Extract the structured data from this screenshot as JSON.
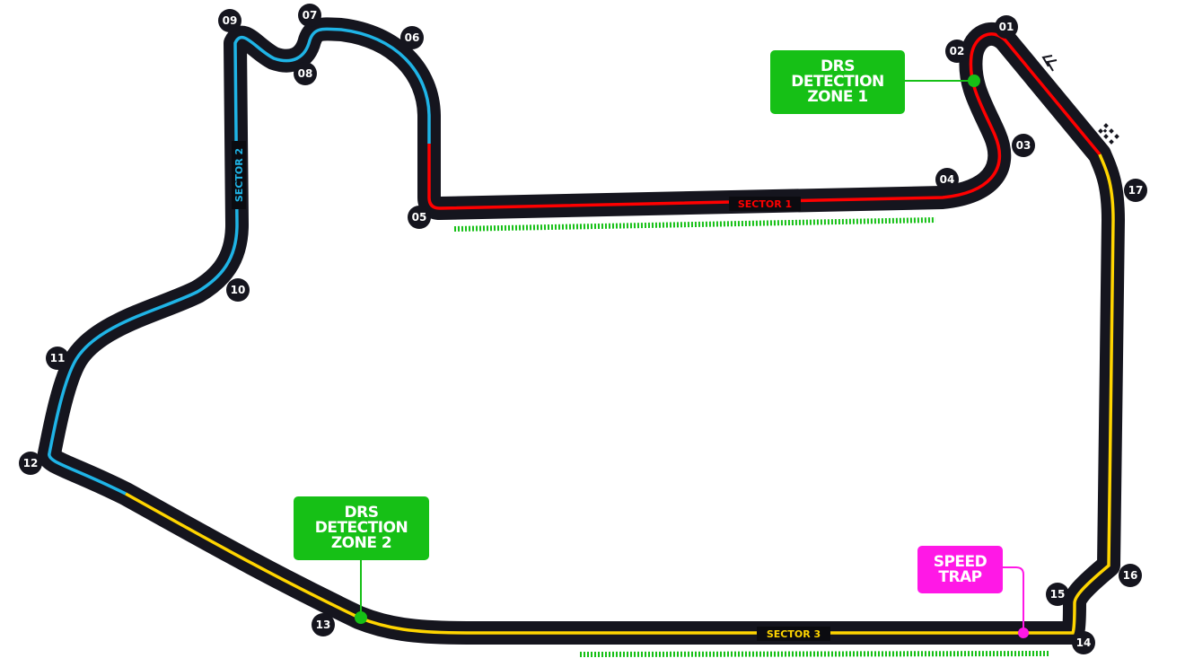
{
  "map": {
    "title": "Circuit layout",
    "colors": {
      "track": "#15151e",
      "sector1": "#ff0000",
      "sector2": "#1fb4e6",
      "sector3": "#ffd500",
      "drs": "#16c016",
      "speed_trap": "#ff18e6",
      "corner_badge": "#15151e"
    },
    "sectors": [
      {
        "id": "sector-1",
        "label": "SECTOR 1"
      },
      {
        "id": "sector-2",
        "label": "SECTOR 2"
      },
      {
        "id": "sector-3",
        "label": "SECTOR 3"
      }
    ],
    "corners": [
      "01",
      "02",
      "03",
      "04",
      "05",
      "06",
      "07",
      "08",
      "09",
      "10",
      "11",
      "12",
      "13",
      "14",
      "15",
      "16",
      "17"
    ],
    "drs_zones": [
      {
        "label_lines": [
          "DRS",
          "DETECTION",
          "ZONE 1"
        ]
      },
      {
        "label_lines": [
          "DRS",
          "DETECTION",
          "ZONE 2"
        ]
      }
    ],
    "speed_trap": {
      "label_lines": [
        "SPEED",
        "TRAP"
      ]
    },
    "markers": {
      "start_finish": "checkered-flag-icon",
      "direction": "direction-chevrons-icon"
    }
  }
}
